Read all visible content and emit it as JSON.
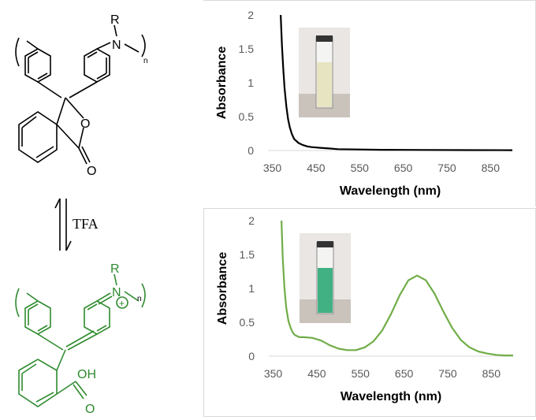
{
  "scheme": {
    "reagent_label": "TFA",
    "top_structure": {
      "r_label": "R",
      "n_label": "N",
      "subscript": "n",
      "o_ring": "O",
      "o_carbonyl": "O"
    },
    "bottom_structure": {
      "r_label": "R",
      "n_label": "N",
      "charge": "+",
      "subscript": "n",
      "oh_label": "OH",
      "o_carbonyl": "O"
    },
    "colors": {
      "top": "#000000",
      "bottom": "#2e8b2e"
    }
  },
  "chart_data": [
    {
      "type": "line",
      "xlabel": "Wavelength (nm)",
      "ylabel": "Absorbance",
      "xlim": [
        340,
        900
      ],
      "ylim": [
        0,
        2
      ],
      "xticks": [
        350,
        450,
        550,
        650,
        750,
        850
      ],
      "yticks": [
        0,
        0.5,
        1,
        1.5,
        2
      ],
      "tick_labels_x": [
        "350",
        "450",
        "550",
        "650",
        "750",
        "850"
      ],
      "tick_labels_y": [
        "0",
        "0.5",
        "1",
        "1.5",
        "2"
      ],
      "grid": false,
      "series": [
        {
          "color": "#000000",
          "x": [
            369,
            372,
            375,
            378,
            382,
            386,
            390,
            395,
            400,
            410,
            420,
            430,
            440,
            460,
            480,
            500,
            550,
            600,
            700,
            800,
            900
          ],
          "y": [
            2.0,
            1.55,
            1.2,
            0.92,
            0.65,
            0.46,
            0.34,
            0.24,
            0.17,
            0.11,
            0.08,
            0.06,
            0.05,
            0.04,
            0.03,
            0.02,
            0.015,
            0.01,
            0.008,
            0.006,
            0.005
          ]
        }
      ],
      "inset": {
        "kind": "cuvette-photo",
        "color": "pale-yellow"
      }
    },
    {
      "type": "line",
      "xlabel": "Wavelength (nm)",
      "ylabel": "Absorbance",
      "xlim": [
        340,
        900
      ],
      "ylim": [
        0,
        2
      ],
      "xticks": [
        350,
        450,
        550,
        650,
        750,
        850
      ],
      "yticks": [
        0,
        0.5,
        1,
        1.5,
        2
      ],
      "tick_labels_x": [
        "350",
        "450",
        "550",
        "650",
        "750",
        "850"
      ],
      "tick_labels_y": [
        "0",
        "0.5",
        "1",
        "1.5",
        "2"
      ],
      "grid": false,
      "series": [
        {
          "color": "#70ad47",
          "x": [
            369,
            372,
            376,
            380,
            385,
            390,
            395,
            400,
            410,
            420,
            440,
            460,
            480,
            500,
            520,
            540,
            560,
            580,
            600,
            620,
            640,
            660,
            680,
            700,
            720,
            740,
            760,
            780,
            800,
            820,
            840,
            860,
            880,
            900
          ],
          "y": [
            2.0,
            1.45,
            1.0,
            0.72,
            0.52,
            0.42,
            0.35,
            0.31,
            0.28,
            0.28,
            0.27,
            0.23,
            0.16,
            0.11,
            0.09,
            0.09,
            0.13,
            0.22,
            0.38,
            0.62,
            0.9,
            1.12,
            1.19,
            1.12,
            0.92,
            0.66,
            0.42,
            0.24,
            0.13,
            0.07,
            0.04,
            0.02,
            0.01,
            0.01
          ]
        }
      ],
      "inset": {
        "kind": "cuvette-photo",
        "color": "green"
      }
    }
  ]
}
